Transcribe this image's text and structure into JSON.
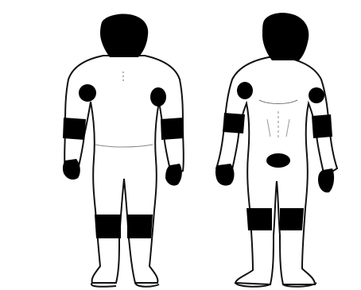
{
  "diagram": {
    "type": "body-map-illustration",
    "figures": [
      {
        "view": "posterior",
        "shaded_regions": [
          "head",
          "axilla-left",
          "axilla-right",
          "upper-arm-left",
          "upper-arm-right",
          "hand-left",
          "hand-right",
          "knee-left",
          "knee-right"
        ]
      },
      {
        "view": "anterior",
        "shaded_regions": [
          "head",
          "axilla-left",
          "axilla-right",
          "upper-arm-left",
          "upper-arm-right",
          "hand-left",
          "hand-right",
          "groin",
          "knee-left",
          "knee-right"
        ]
      }
    ],
    "colors": {
      "outline": "#111111",
      "shade": "#000000",
      "background": "#ffffff",
      "skin": "#ffffff"
    }
  }
}
